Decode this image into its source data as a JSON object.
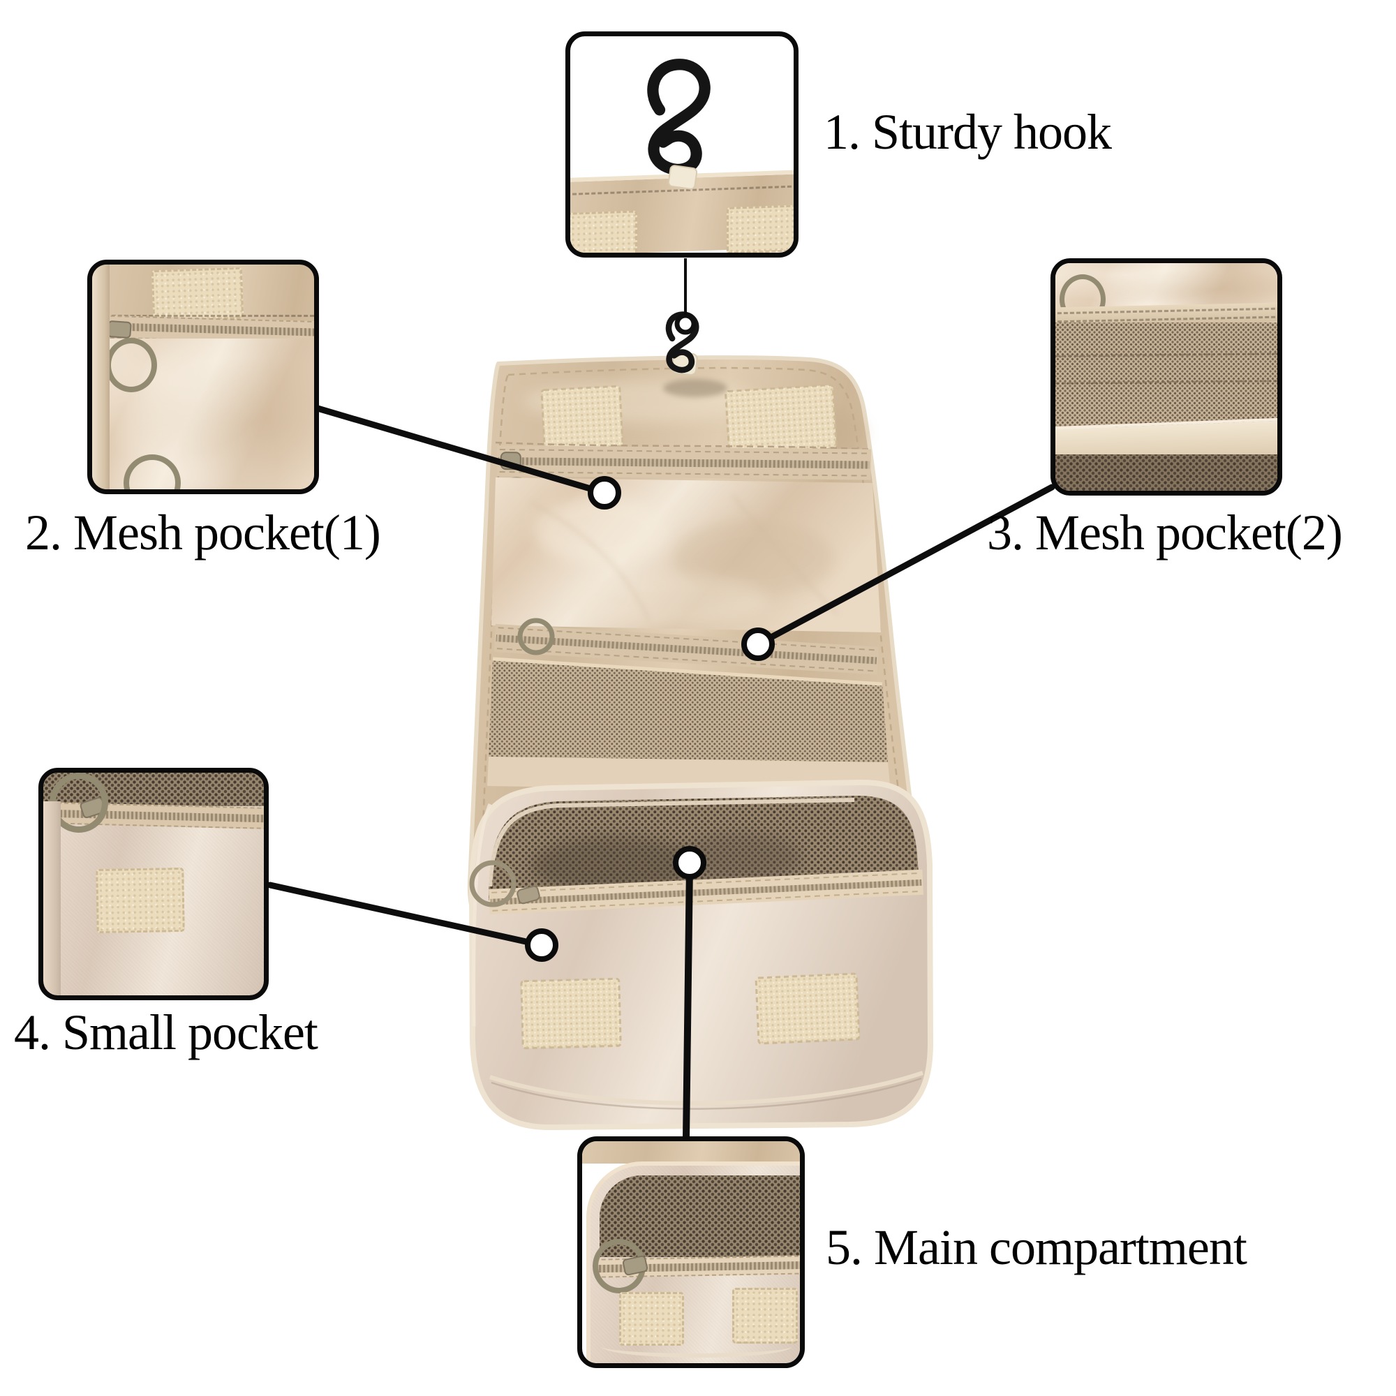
{
  "figure": {
    "type": "product-feature-callout-diagram",
    "product": "Hanging travel toiletry organizer bag",
    "view": "unfolded front view, hanging from swivel hook",
    "background": "white"
  },
  "callouts": [
    {
      "label": "1. Sturdy hook",
      "feature": "sturdy-hook"
    },
    {
      "label": "2. Mesh pocket(1)",
      "feature": "mesh-pocket-1"
    },
    {
      "label": "3. Mesh pocket(2)",
      "feature": "mesh-pocket-2"
    },
    {
      "label": "4. Small pocket",
      "feature": "small-pocket"
    },
    {
      "label": "5. Main compartment",
      "feature": "main-compartment"
    }
  ],
  "colors": {
    "background": "#ffffff",
    "line": "#0d0d0d",
    "text": "#020202",
    "box_border": "#0a0a0a",
    "fabric": "#d7c2a6",
    "fabric_light": "#e6d5bc",
    "fabric_dark": "#c3ac8e",
    "lining": "#e7d7c1",
    "pouch": "#e4d5c8",
    "mesh_fine_base": "#c6b296",
    "mesh_fine_dot": "#6f604d",
    "mesh_dark_base": "#97866e",
    "mesh_dark_dot": "#463b2e",
    "velcro": "#eadcbd",
    "zipper_tape": "#dac7ac",
    "zipper_teeth": "#9a8870",
    "ring": "#938b71",
    "hook": "#151515"
  }
}
